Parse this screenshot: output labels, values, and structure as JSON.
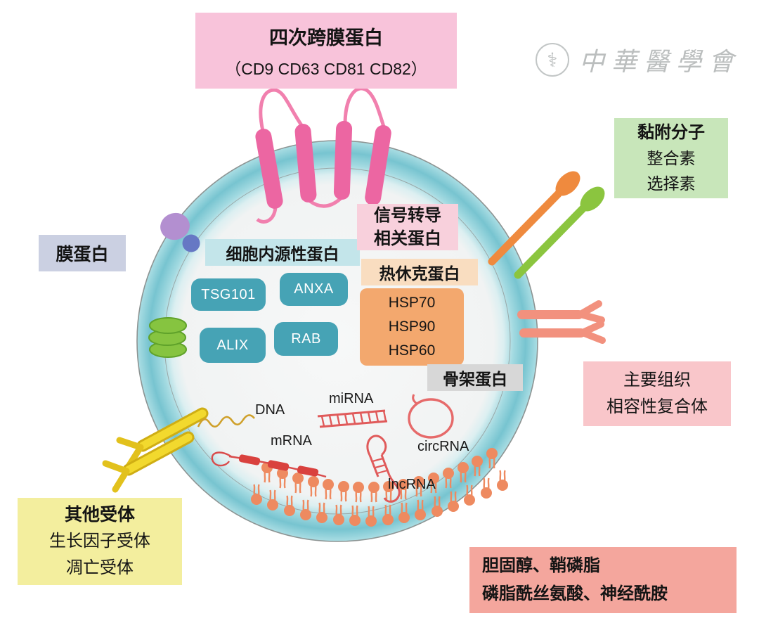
{
  "tetraspanin_box": {
    "title": "四次跨膜蛋白",
    "subtitle": "（CD9 CD63 CD81 CD82）"
  },
  "logo": {
    "emblem": "⚕",
    "name": "中華醫學會"
  },
  "adhesion_box": {
    "title": "黏附分子",
    "items": [
      "整合素",
      "选择素"
    ]
  },
  "membrane_protein_box": {
    "label": "膜蛋白"
  },
  "endogenous_proteins": {
    "header": "细胞内源性蛋白",
    "items": [
      "TSG101",
      "ANXA",
      "ALIX",
      "RAB"
    ]
  },
  "signal_label": {
    "line1": "信号转导",
    "line2": "相关蛋白"
  },
  "heat_shock": {
    "header": "热休克蛋白",
    "items": [
      "HSP70",
      "HSP90",
      "HSP60"
    ]
  },
  "cytoskeleton_label": "骨架蛋白",
  "nucleic_acids": {
    "dna": "DNA",
    "mrna": "mRNA",
    "mirna": "miRNA",
    "circrna": "circRNA",
    "lncrna": "lncRNA"
  },
  "mhc_box": {
    "line1": "主要组织",
    "line2": "相容性复合体"
  },
  "other_receptors_box": {
    "title": "其他受体",
    "items": [
      "生长因子受体",
      "凋亡受体"
    ]
  },
  "lipids_box": {
    "line1": "胆固醇、鞘磷脂",
    "line2": "磷脂酰丝氨酸、神经酰胺"
  },
  "colors": {
    "pink_box": "#f8c3da",
    "green_box": "#c8e6ba",
    "lavender_box": "#cbd0e2",
    "teal_header": "#c3e5ea",
    "teal_pill": "#46a3b5",
    "signal_bg": "#f8d0dc",
    "hsp_header_bg": "#f9ddc0",
    "hsp_box": "#f3a86e",
    "gray_label": "#d7d7d7",
    "mhc_box_bg": "#f9c6ca",
    "yellow_box": "#f3ee9e",
    "salmon_box": "#f4a69d",
    "membrane_teal": "#7cc6d2",
    "lipid_orange": "#ee8a60",
    "tetraspanin_pink": "#ec66a2",
    "receptor_yellow": "#f2d92e"
  }
}
